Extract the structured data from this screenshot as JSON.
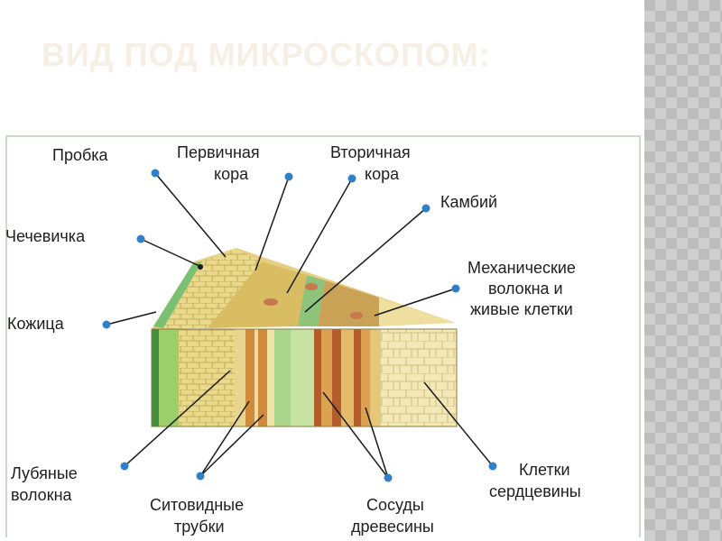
{
  "title": "ВИД ПОД МИКРОСКОПОМ:",
  "labels": {
    "probka": "Пробка",
    "pervichnaya_1": "Первичная",
    "pervichnaya_2": "кора",
    "vtorichnaya_1": "Вторичная",
    "vtorichnaya_2": "кора",
    "kambiy": "Камбий",
    "chechevichka": "Чечевичка",
    "mekh_1": "Механические",
    "mekh_2": "волокна и",
    "mekh_3": "живые клетки",
    "kozhitsa": "Кожица",
    "lubyanye_1": "Лубяные",
    "lubyanye_2": "волокна",
    "sitovidnye_1": "Ситовидные",
    "sitovidnye_2": "трубки",
    "sosudy_1": "Сосуды",
    "sosudy_2": "древесины",
    "serdtsevina_1": "Клетки",
    "serdtsevina_2": "сердцевины"
  },
  "colors": {
    "dot": "#2f7fc9",
    "line": "#1a1a1a"
  }
}
